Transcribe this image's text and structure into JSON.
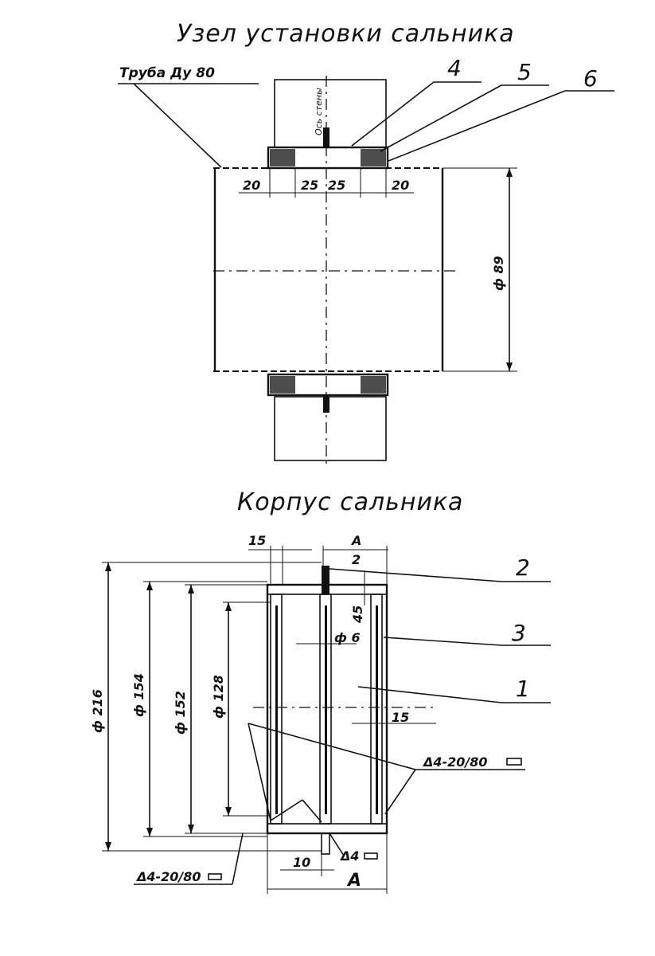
{
  "top_view": {
    "title": "Узел установки сальника",
    "pipe_label": "Труба Ду 80",
    "wall_label": "Ось стены",
    "callouts": [
      "4",
      "5",
      "6"
    ],
    "dims": [
      "20",
      "25",
      "25",
      "20"
    ],
    "diameter": "ф 89"
  },
  "bottom_view": {
    "title": "Корпус сальника",
    "dim_top_left": "15",
    "dim_top_a": "A",
    "dim_top_2": "2",
    "callouts": [
      "2",
      "3",
      "1"
    ],
    "d216": "ф 216",
    "d154": "ф 154",
    "d152": "ф 152",
    "d128": "ф 128",
    "d45": "45",
    "d6": "ф 6",
    "d15": "15",
    "weld_right": "Δ4-20/80",
    "weld_left": "Δ4-20/80",
    "weld_bottom": "Δ4",
    "dim_bottom_10": "10",
    "dim_bottom_a": "A"
  }
}
